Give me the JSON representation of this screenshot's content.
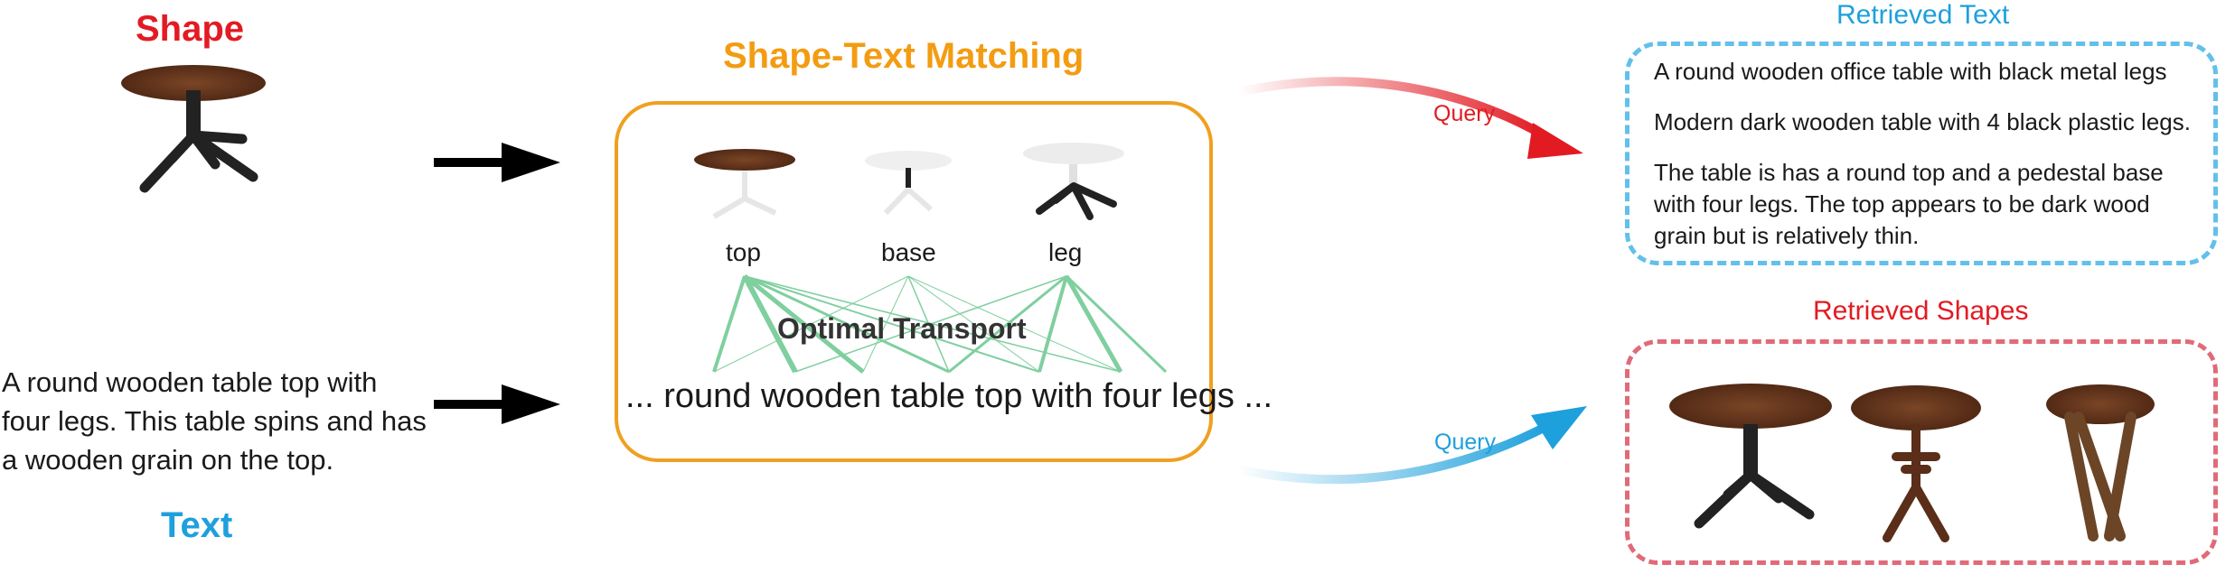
{
  "input": {
    "shape_title": "Shape",
    "text_title": "Text",
    "description": "A round wooden table top with four legs. This table spins and has a wooden grain on the top."
  },
  "matching": {
    "title": "Shape-Text Matching",
    "parts": [
      "top",
      "base",
      "leg"
    ],
    "method": "Optimal Transport",
    "sentence": "... round wooden table top with four legs ..."
  },
  "query_label": "Query",
  "retrieved_text": {
    "title": "Retrieved Text",
    "items": [
      "A round wooden office table with black metal legs",
      "Modern dark wooden table with 4 black plastic legs.",
      "The table is has a round top and a pedestal base with four legs. The top appears to be dark wood grain but is relatively thin."
    ]
  },
  "retrieved_shapes": {
    "title": "Retrieved Shapes"
  },
  "colors": {
    "shape": "#e21b23",
    "text": "#1ea0dc",
    "matching": "#f39c12",
    "ot_lines": "#7fcf9f",
    "wood": "#6b3b22"
  }
}
